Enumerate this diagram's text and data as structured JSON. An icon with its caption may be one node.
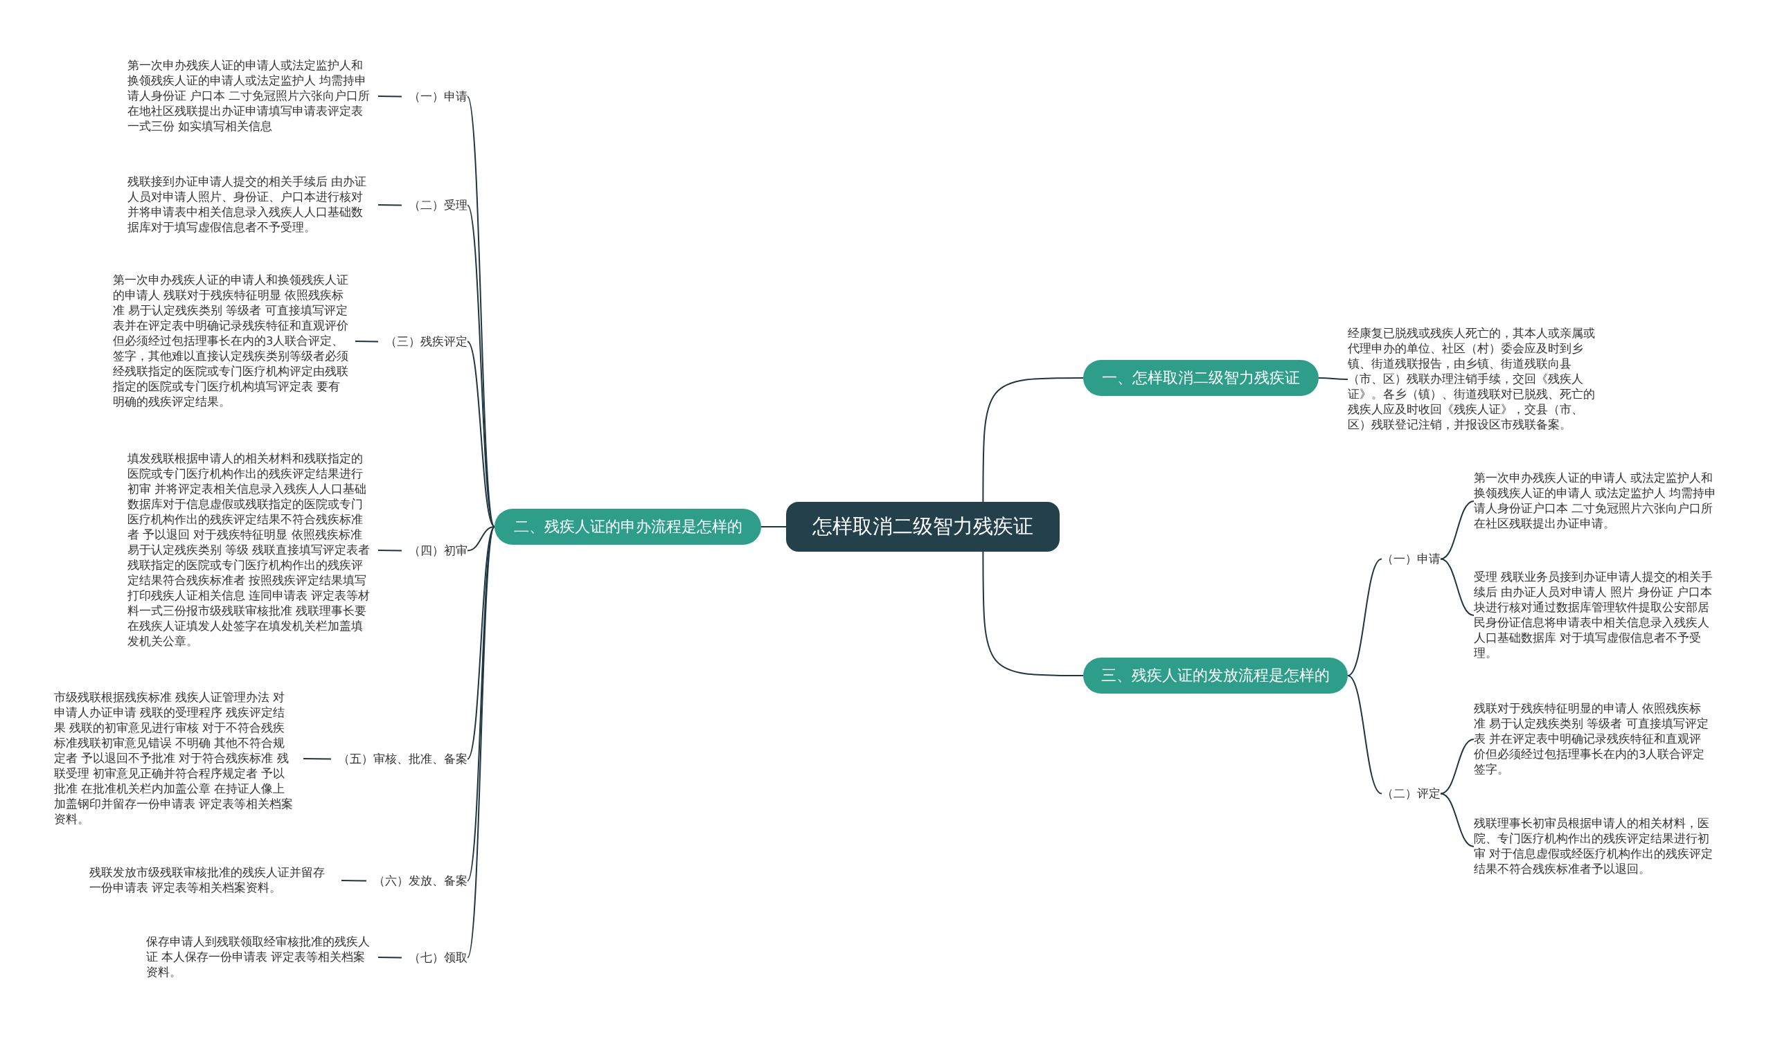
{
  "diagram": {
    "nodes": [
      {
        "text": [
          "怎样取消二级智力残疾证"
        ]
      },
      {
        "text": [
          "一、怎样取消二级智力残疾证"
        ]
      },
      {
        "text": [
          "经康复已脱残或残疾人死亡的，其本人或亲属或代理申办的单位、社区（村）委会应及时到乡镇、街道残联报告，由乡镇、街道残联向县（市、区）残联办理注销手续，交回《残疾人证》。各乡（镇）、街道残联对已脱残、死亡的残疾人应及时收回《残疾人证》，交县（市、区）残联登记注销，并报设区市残联备案。"
        ]
      },
      {
        "text": [
          "二、残疾人证的申办流程是怎样的"
        ]
      },
      {
        "text": [
          "（一）申请"
        ]
      },
      {
        "text": [
          "第一次申办残疾人证的申请人或法定监护人和换领残疾人证的申请人或法定监护人 均需持申请人身份证 户口本 二寸免冠照片六张向户口所在地社区残联提出办证申请填写申请表评定表一式三份 如实填写相关信息"
        ]
      },
      {
        "text": [
          "（二）受理"
        ]
      },
      {
        "text": [
          "残联接到办证申请人提交的相关手续后 由办证人员对申请人照片、身份证、户口本进行核对并将申请表中相关信息录入残疾人人口基础数据库对于填写虚假信息者不予受理。"
        ]
      },
      {
        "text": [
          "（三）残疾评定"
        ]
      },
      {
        "text": [
          "第一次申办残疾人证的申请人和换领残疾人证的申请人 残联对于残疾特征明显 依照残疾标准 易于认定残疾类别 等级者 可直接填写评定表并在评定表中明确记录残疾特征和直观评价但必须经过包括理事长在内的3人联合评定、签字，其他难以直接认定残疾类别等级者必须经残联指定的医院或专门医疗机构评定由残联指定的医院或专门医疗机构填写评定表 要有明确的残疾评定结果。"
        ]
      },
      {
        "text": [
          "（四）初审"
        ]
      },
      {
        "text": [
          "填发残联根据申请人的相关材料和残联指定的医院或专门医疗机构作出的残疾评定结果进行初审 并将评定表相关信息录入残疾人人口基础数据库对于信息虚假或残联指定的医院或专门医疗机构作出的残疾评定结果不符合残疾标准者 予以退回 对于残疾特征明显 依照残疾标准易于认定残疾类别 等级 残联直接填写评定表者残联指定的医院或专门医疗机构作出的残疾评定结果符合残疾标准者 按照残疾评定结果填写打印残疾人证相关信息 连同申请表 评定表等材料一式三份报市级残联审核批准 残联理事长要在残疾人证填发人处签字在填发机关栏加盖填发机关公章。"
        ]
      },
      {
        "text": [
          "（五）审核、批准、备案"
        ]
      },
      {
        "text": [
          "市级残联根据残疾标准 残疾人证管理办法 对申请人办证申请 残联的受理程序 残疾评定结果 残联的初审意见进行审核 对于不符合残疾标准残联初审意见错误 不明确 其他不符合规定者 予以退回不予批准 对于符合残疾标准 残联受理 初审意见正确并符合程序规定者 予以批准 在批准机关栏内加盖公章 在持证人像上加盖钢印并留存一份申请表 评定表等相关档案资料。"
        ]
      },
      {
        "text": [
          "（六）发放、备案"
        ]
      },
      {
        "text": [
          "残联发放市级残联审核批准的残疾人证并留存一份申请表 评定表等相关档案资料。"
        ]
      },
      {
        "text": [
          "（七）领取"
        ]
      },
      {
        "text": [
          "保存申请人到残联领取经审核批准的残疾人证 本人保存一份申请表 评定表等相关档案资料。"
        ]
      },
      {
        "text": [
          "三、残疾人证的发放流程是怎样的"
        ]
      },
      {
        "text": [
          "（一）申请"
        ]
      },
      {
        "text": [
          "第一次申办残疾人证的申请人 或法定监护人和换领残疾人证的申请人 或法定监护人 均需持申请人身份证户口本 二寸免冠照片六张向户口所在社区残联提出办证申请。"
        ]
      },
      {
        "text": [
          "受理 残联业务员接到办证申请人提交的相关手续后 由办证人员对申请人 照片 身份证 户口本块进行核对通过数据库管理软件提取公安部居民身份证信息将申请表中相关信息录入残疾人人口基础数据库 对于填写虚假信息者不予受理。"
        ]
      },
      {
        "text": [
          "（二）评定"
        ]
      },
      {
        "text": [
          "残联对于残疾特征明显的申请人 依照残疾标准 易于认定残疾类别 等级者 可直接填写评定表 并在评定表中明确记录残疾特征和直观评价但必须经过包括理事长在内的3人联合评定签字。"
        ]
      },
      {
        "text": [
          "残联理事长初审员根据申请人的相关材料，医院、专门医疗机构作出的残疾评定结果进行初审 对于信息虚假或经医疗机构作出的残疾评定结果不符合残疾标准者予以退回。"
        ]
      }
    ],
    "edges": [
      {
        "from": 0,
        "to": 1,
        "arrow": "none"
      },
      {
        "from": 1,
        "to": 2,
        "arrow": "none"
      },
      {
        "from": 0,
        "to": 3,
        "arrow": "none"
      },
      {
        "from": 3,
        "to": 4,
        "arrow": "none"
      },
      {
        "from": 4,
        "to": 5,
        "arrow": "none"
      },
      {
        "from": 3,
        "to": 6,
        "arrow": "none"
      },
      {
        "from": 6,
        "to": 7,
        "arrow": "none"
      },
      {
        "from": 3,
        "to": 8,
        "arrow": "none"
      },
      {
        "from": 8,
        "to": 9,
        "arrow": "none"
      },
      {
        "from": 3,
        "to": 10,
        "arrow": "none"
      },
      {
        "from": 10,
        "to": 11,
        "arrow": "none"
      },
      {
        "from": 3,
        "to": 12,
        "arrow": "none"
      },
      {
        "from": 12,
        "to": 13,
        "arrow": "none"
      },
      {
        "from": 3,
        "to": 14,
        "arrow": "none"
      },
      {
        "from": 14,
        "to": 15,
        "arrow": "none"
      },
      {
        "from": 3,
        "to": 16,
        "arrow": "none"
      },
      {
        "from": 16,
        "to": 17,
        "arrow": "none"
      },
      {
        "from": 0,
        "to": 18,
        "arrow": "none"
      },
      {
        "from": 18,
        "to": 19,
        "arrow": "none"
      },
      {
        "from": 19,
        "to": 20,
        "arrow": "none"
      },
      {
        "from": 19,
        "to": 21,
        "arrow": "none"
      },
      {
        "from": 18,
        "to": 22,
        "arrow": "none"
      },
      {
        "from": 22,
        "to": 23,
        "arrow": "none"
      },
      {
        "from": 22,
        "to": 24,
        "arrow": "none"
      }
    ]
  }
}
